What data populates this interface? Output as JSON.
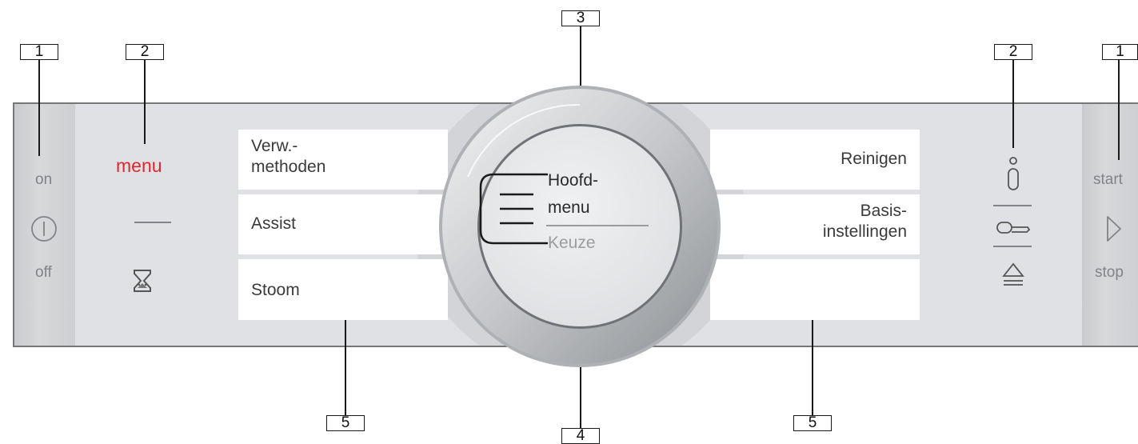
{
  "callouts": {
    "c1_left": "1",
    "c2_left": "2",
    "c3_top": "3",
    "c2_right": "2",
    "c1_right": "1",
    "c5_left": "5",
    "c4_bottom": "4",
    "c5_right": "5"
  },
  "power": {
    "on_label": "on",
    "off_label": "off"
  },
  "left_controls": {
    "menu_label": "menu"
  },
  "left_fields": {
    "field1": "Verw.-\nmethoden",
    "field2": "Assist",
    "field3": "Stoom"
  },
  "right_fields": {
    "field1": "Reinigen",
    "field2": "Basis-\ninstellingen",
    "field3": ""
  },
  "dial": {
    "main_line1": "Hoofd-",
    "main_line2": "menu",
    "sub_label": "Keuze"
  },
  "start_stop": {
    "start_label": "start",
    "stop_label": "stop"
  },
  "icons": [
    "power-icon",
    "timer-hourglass-icon",
    "menu-lines-icon",
    "info-icon",
    "key-lock-icon",
    "door-open-icon",
    "play-triangle-icon"
  ],
  "colors": {
    "menu_accent": "#e1262d",
    "panel": "#e2e4e7",
    "label_gray": "#808387"
  }
}
